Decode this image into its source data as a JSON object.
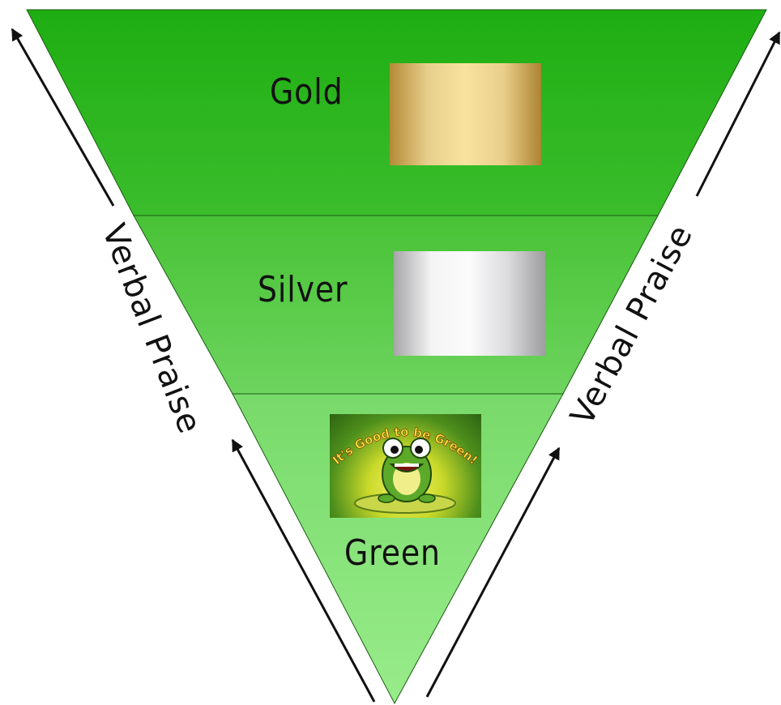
{
  "tiers": [
    {
      "label": "Gold",
      "color": "#22b014"
    },
    {
      "label": "Silver",
      "color": "#4ec43a"
    },
    {
      "label": "Green",
      "color": "#86e07a"
    }
  ],
  "swatches": {
    "gold": {
      "colors": [
        "#b58a36",
        "#e6cf8c",
        "#f8e39e",
        "#e9cf8a",
        "#ad8433"
      ]
    },
    "silver": {
      "colors": [
        "#a6a6a8",
        "#f4f4f4",
        "#fbfbfb",
        "#dcdcde",
        "#9d9da0"
      ]
    }
  },
  "frog_card": {
    "banner": "It's Good to be Green!"
  },
  "side_labels": {
    "left": "Verbal Praise",
    "right": "Verbal Praise"
  }
}
